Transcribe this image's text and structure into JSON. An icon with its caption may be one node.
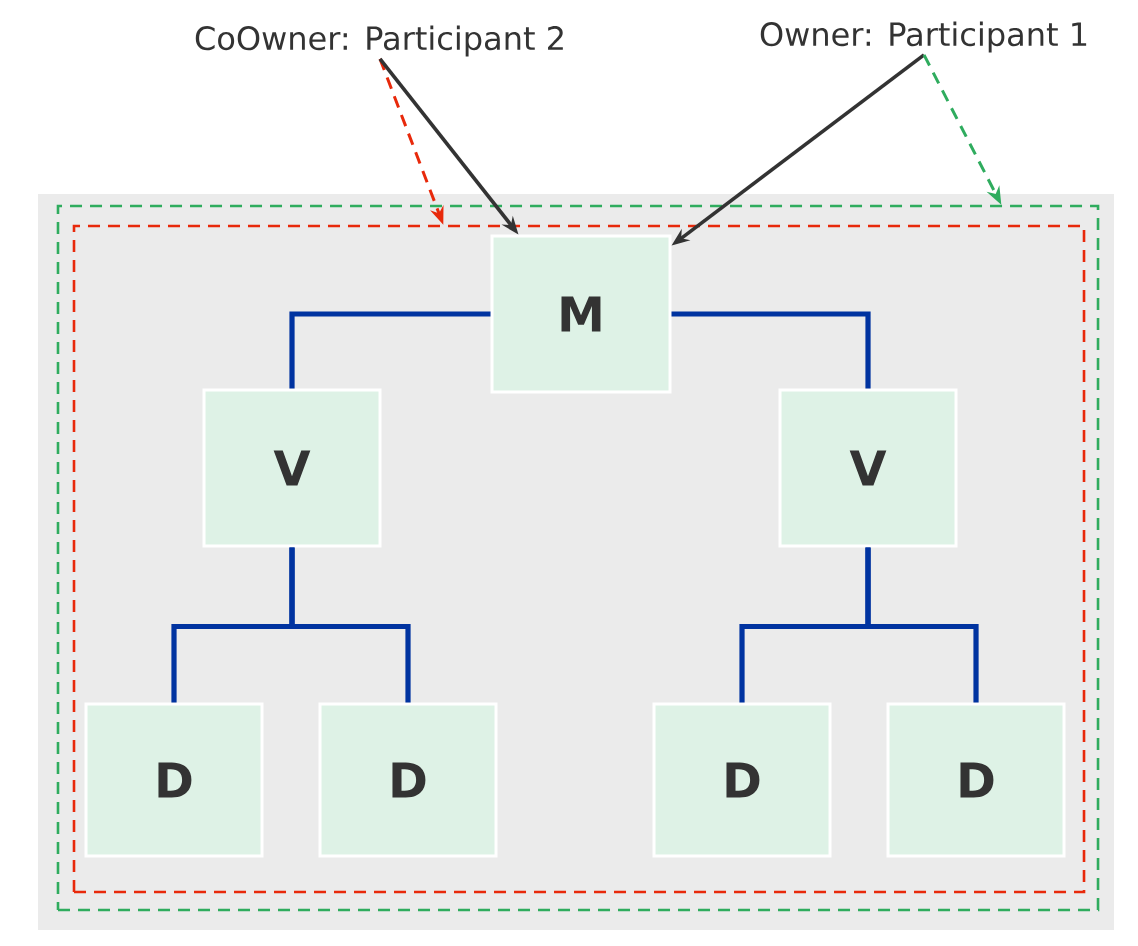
{
  "diagram": {
    "nodes": [
      {
        "text": [
          "CoOwner: Participant 2"
        ]
      },
      {
        "text": [
          "Owner: Participant 1"
        ]
      },
      {
        "text": [],
        "shape": "box"
      },
      {
        "text": [],
        "shape": "box",
        "in": 2
      },
      {
        "text": [],
        "shape": "box",
        "in": 3
      },
      {
        "text": [
          "M"
        ],
        "in": 4
      },
      {
        "text": [
          "V"
        ],
        "in": 4
      },
      {
        "text": [
          "V"
        ],
        "in": 4
      },
      {
        "text": [
          "D"
        ],
        "in": 4
      },
      {
        "text": [
          "D"
        ],
        "in": 4
      },
      {
        "text": [
          "D"
        ],
        "in": 4
      },
      {
        "text": [
          "D"
        ],
        "in": 4
      }
    ],
    "edges": [
      {
        "from": 0,
        "to": 4,
        "arrow": "to",
        "style": "dashed",
        "color": "#e8290b"
      },
      {
        "from": 0,
        "to": 5,
        "arrow": "to",
        "color": "#333333"
      },
      {
        "from": 1,
        "to": 5,
        "arrow": "to",
        "color": "#333333"
      },
      {
        "from": 1,
        "to": 3,
        "arrow": "to",
        "style": "dashed",
        "color": "#2fac5e"
      },
      {
        "from": 5,
        "to": 6,
        "arrow": "none",
        "color": "#0033a0"
      },
      {
        "from": 5,
        "to": 7,
        "arrow": "none",
        "color": "#0033a0"
      },
      {
        "from": 6,
        "to": 8,
        "arrow": "none",
        "color": "#0033a0"
      },
      {
        "from": 6,
        "to": 9,
        "arrow": "none",
        "color": "#0033a0"
      },
      {
        "from": 7,
        "to": 10,
        "arrow": "none",
        "color": "#0033a0"
      },
      {
        "from": 7,
        "to": 11,
        "arrow": "none",
        "color": "#0033a0"
      }
    ]
  }
}
